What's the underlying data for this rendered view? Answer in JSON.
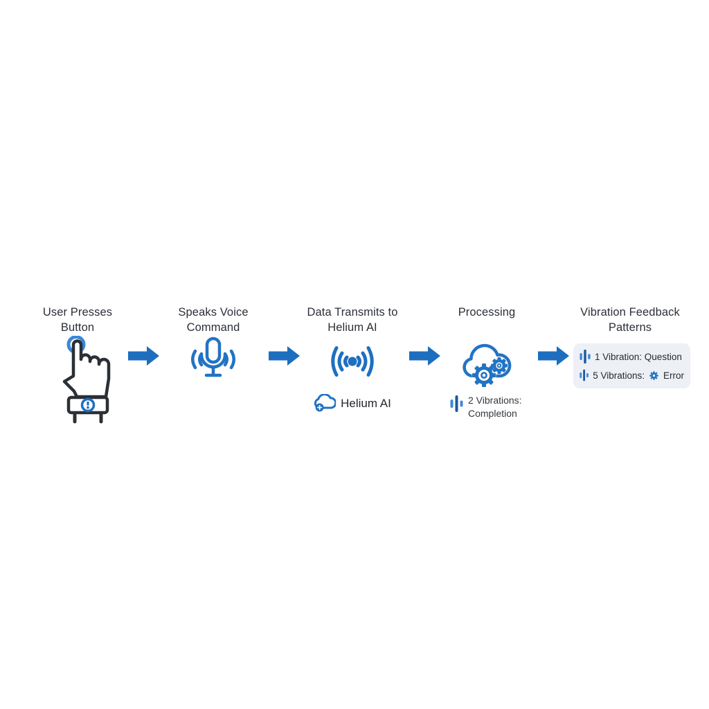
{
  "colors": {
    "accent_blue": "#1e6fc0",
    "arrow_blue": "#1d6ebe",
    "ring_light_blue": "#3b87d9",
    "bar_dark_blue": "#17579f",
    "bar_light_blue": "#3f86d6",
    "hand_outline_dark": "#2b3036",
    "text_dark": "#2b2f36",
    "card_background": "#edf0f5"
  },
  "steps": [
    {
      "line1": "User Presses",
      "line2": "Button"
    },
    {
      "line1": "Speaks Voice",
      "line2": "Command"
    },
    {
      "line1": "Data Transmits to",
      "line2": "Helium AI",
      "caption": "Helium AI"
    },
    {
      "line1": "Processing",
      "caption1": "2 Vibrations:",
      "caption2": "Completion"
    },
    {
      "line1": "Vibration Feedback",
      "line2": "Patterns",
      "panel": {
        "row1": "1 Vibration: Question",
        "row2_prefix": "5 Vibrations:",
        "row2_suffix": "Error"
      }
    }
  ]
}
